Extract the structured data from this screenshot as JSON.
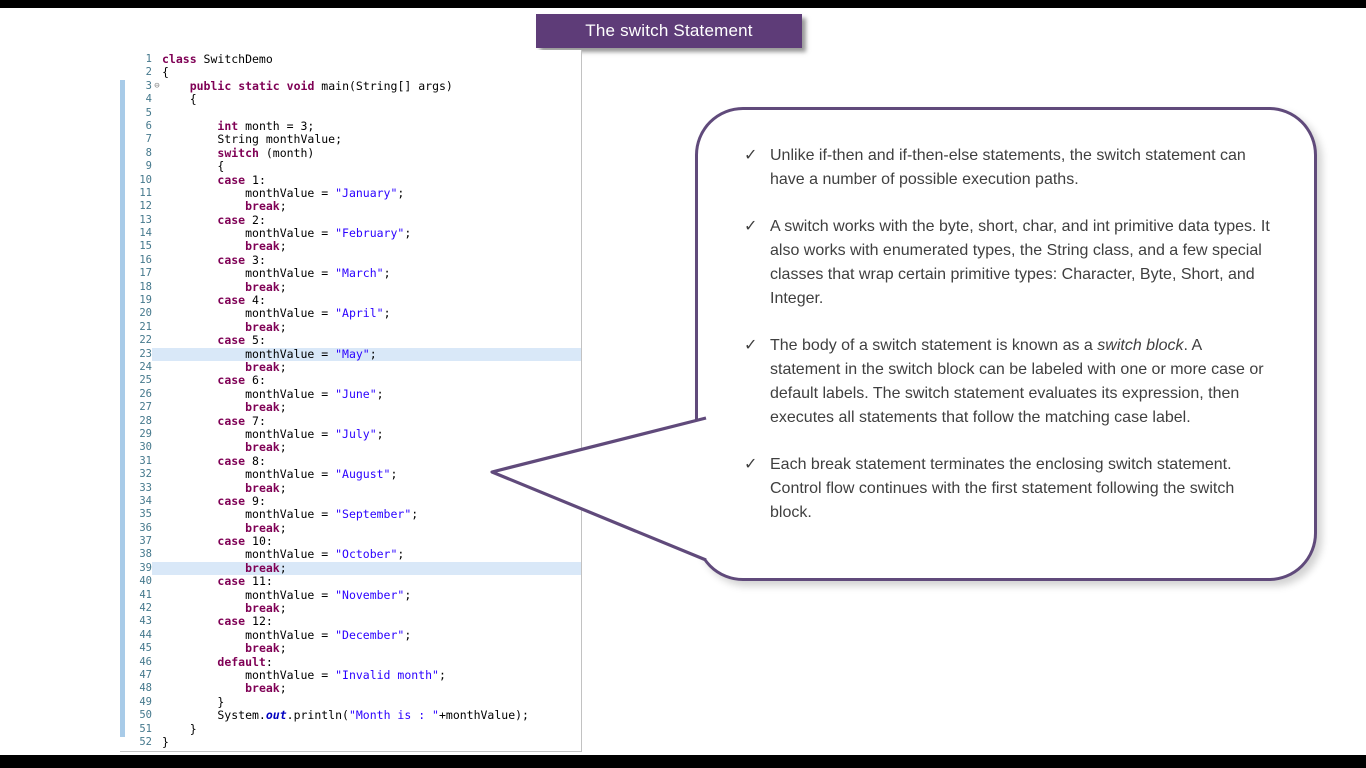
{
  "slide": {
    "title": "The switch Statement"
  },
  "colors": {
    "banner_purple": "#5e3c78",
    "callout_border": "#604a7b",
    "keyword": "#7f0055",
    "string": "#2a00ff",
    "static_field": "#0000c0",
    "line_highlight": "#d9e8f8",
    "range_strip": "#a8cbe8",
    "line_number": "#44788c"
  },
  "code_editor": {
    "fold_icon": "⊖",
    "lines": [
      {
        "n": 1,
        "tokens": [
          [
            "k",
            "class"
          ],
          [
            "p",
            " SwitchDemo"
          ]
        ]
      },
      {
        "n": 2,
        "tokens": [
          [
            "p",
            "{"
          ]
        ]
      },
      {
        "n": 3,
        "fold": true,
        "tokens": [
          [
            "p",
            "    "
          ],
          [
            "k",
            "public"
          ],
          [
            "p",
            " "
          ],
          [
            "k",
            "static"
          ],
          [
            "p",
            " "
          ],
          [
            "k",
            "void"
          ],
          [
            "p",
            " main(String[] args)"
          ]
        ]
      },
      {
        "n": 4,
        "tokens": [
          [
            "p",
            "    {"
          ]
        ]
      },
      {
        "n": 5,
        "tokens": []
      },
      {
        "n": 6,
        "tokens": [
          [
            "p",
            "        "
          ],
          [
            "k",
            "int"
          ],
          [
            "p",
            " month = 3;"
          ]
        ]
      },
      {
        "n": 7,
        "tokens": [
          [
            "p",
            "        String monthValue;"
          ]
        ]
      },
      {
        "n": 8,
        "tokens": [
          [
            "p",
            "        "
          ],
          [
            "k",
            "switch"
          ],
          [
            "p",
            " (month)"
          ]
        ]
      },
      {
        "n": 9,
        "tokens": [
          [
            "p",
            "        {"
          ]
        ]
      },
      {
        "n": 10,
        "tokens": [
          [
            "p",
            "        "
          ],
          [
            "k",
            "case"
          ],
          [
            "p",
            " 1:"
          ]
        ]
      },
      {
        "n": 11,
        "tokens": [
          [
            "p",
            "            monthValue = "
          ],
          [
            "s",
            "\"January\""
          ],
          [
            "p",
            ";"
          ]
        ]
      },
      {
        "n": 12,
        "tokens": [
          [
            "p",
            "            "
          ],
          [
            "k",
            "break"
          ],
          [
            "p",
            ";"
          ]
        ]
      },
      {
        "n": 13,
        "tokens": [
          [
            "p",
            "        "
          ],
          [
            "k",
            "case"
          ],
          [
            "p",
            " 2:"
          ]
        ]
      },
      {
        "n": 14,
        "tokens": [
          [
            "p",
            "            monthValue = "
          ],
          [
            "s",
            "\"February\""
          ],
          [
            "p",
            ";"
          ]
        ]
      },
      {
        "n": 15,
        "tokens": [
          [
            "p",
            "            "
          ],
          [
            "k",
            "break"
          ],
          [
            "p",
            ";"
          ]
        ]
      },
      {
        "n": 16,
        "tokens": [
          [
            "p",
            "        "
          ],
          [
            "k",
            "case"
          ],
          [
            "p",
            " 3:"
          ]
        ]
      },
      {
        "n": 17,
        "tokens": [
          [
            "p",
            "            monthValue = "
          ],
          [
            "s",
            "\"March\""
          ],
          [
            "p",
            ";"
          ]
        ]
      },
      {
        "n": 18,
        "tokens": [
          [
            "p",
            "            "
          ],
          [
            "k",
            "break"
          ],
          [
            "p",
            ";"
          ]
        ]
      },
      {
        "n": 19,
        "tokens": [
          [
            "p",
            "        "
          ],
          [
            "k",
            "case"
          ],
          [
            "p",
            " 4:"
          ]
        ]
      },
      {
        "n": 20,
        "tokens": [
          [
            "p",
            "            monthValue = "
          ],
          [
            "s",
            "\"April\""
          ],
          [
            "p",
            ";"
          ]
        ]
      },
      {
        "n": 21,
        "tokens": [
          [
            "p",
            "            "
          ],
          [
            "k",
            "break"
          ],
          [
            "p",
            ";"
          ]
        ]
      },
      {
        "n": 22,
        "tokens": [
          [
            "p",
            "        "
          ],
          [
            "k",
            "case"
          ],
          [
            "p",
            " 5:"
          ]
        ]
      },
      {
        "n": 23,
        "hl": true,
        "tokens": [
          [
            "p",
            "            monthValue = "
          ],
          [
            "s",
            "\"May\""
          ],
          [
            "p",
            ";"
          ]
        ]
      },
      {
        "n": 24,
        "tokens": [
          [
            "p",
            "            "
          ],
          [
            "k",
            "break"
          ],
          [
            "p",
            ";"
          ]
        ]
      },
      {
        "n": 25,
        "tokens": [
          [
            "p",
            "        "
          ],
          [
            "k",
            "case"
          ],
          [
            "p",
            " 6:"
          ]
        ]
      },
      {
        "n": 26,
        "tokens": [
          [
            "p",
            "            monthValue = "
          ],
          [
            "s",
            "\"June\""
          ],
          [
            "p",
            ";"
          ]
        ]
      },
      {
        "n": 27,
        "tokens": [
          [
            "p",
            "            "
          ],
          [
            "k",
            "break"
          ],
          [
            "p",
            ";"
          ]
        ]
      },
      {
        "n": 28,
        "tokens": [
          [
            "p",
            "        "
          ],
          [
            "k",
            "case"
          ],
          [
            "p",
            " 7:"
          ]
        ]
      },
      {
        "n": 29,
        "tokens": [
          [
            "p",
            "            monthValue = "
          ],
          [
            "s",
            "\"July\""
          ],
          [
            "p",
            ";"
          ]
        ]
      },
      {
        "n": 30,
        "tokens": [
          [
            "p",
            "            "
          ],
          [
            "k",
            "break"
          ],
          [
            "p",
            ";"
          ]
        ]
      },
      {
        "n": 31,
        "tokens": [
          [
            "p",
            "        "
          ],
          [
            "k",
            "case"
          ],
          [
            "p",
            " 8:"
          ]
        ]
      },
      {
        "n": 32,
        "tokens": [
          [
            "p",
            "            monthValue = "
          ],
          [
            "s",
            "\"August\""
          ],
          [
            "p",
            ";"
          ]
        ]
      },
      {
        "n": 33,
        "tokens": [
          [
            "p",
            "            "
          ],
          [
            "k",
            "break"
          ],
          [
            "p",
            ";"
          ]
        ]
      },
      {
        "n": 34,
        "tokens": [
          [
            "p",
            "        "
          ],
          [
            "k",
            "case"
          ],
          [
            "p",
            " 9:"
          ]
        ]
      },
      {
        "n": 35,
        "tokens": [
          [
            "p",
            "            monthValue = "
          ],
          [
            "s",
            "\"September\""
          ],
          [
            "p",
            ";"
          ]
        ]
      },
      {
        "n": 36,
        "tokens": [
          [
            "p",
            "            "
          ],
          [
            "k",
            "break"
          ],
          [
            "p",
            ";"
          ]
        ]
      },
      {
        "n": 37,
        "tokens": [
          [
            "p",
            "        "
          ],
          [
            "k",
            "case"
          ],
          [
            "p",
            " 10:"
          ]
        ]
      },
      {
        "n": 38,
        "tokens": [
          [
            "p",
            "            monthValue = "
          ],
          [
            "s",
            "\"October\""
          ],
          [
            "p",
            ";"
          ]
        ]
      },
      {
        "n": 39,
        "hl": true,
        "tokens": [
          [
            "p",
            "            "
          ],
          [
            "k",
            "break"
          ],
          [
            "p",
            ";"
          ]
        ]
      },
      {
        "n": 40,
        "tokens": [
          [
            "p",
            "        "
          ],
          [
            "k",
            "case"
          ],
          [
            "p",
            " 11:"
          ]
        ]
      },
      {
        "n": 41,
        "tokens": [
          [
            "p",
            "            monthValue = "
          ],
          [
            "s",
            "\"November\""
          ],
          [
            "p",
            ";"
          ]
        ]
      },
      {
        "n": 42,
        "tokens": [
          [
            "p",
            "            "
          ],
          [
            "k",
            "break"
          ],
          [
            "p",
            ";"
          ]
        ]
      },
      {
        "n": 43,
        "tokens": [
          [
            "p",
            "        "
          ],
          [
            "k",
            "case"
          ],
          [
            "p",
            " 12:"
          ]
        ]
      },
      {
        "n": 44,
        "tokens": [
          [
            "p",
            "            monthValue = "
          ],
          [
            "s",
            "\"December\""
          ],
          [
            "p",
            ";"
          ]
        ]
      },
      {
        "n": 45,
        "tokens": [
          [
            "p",
            "            "
          ],
          [
            "k",
            "break"
          ],
          [
            "p",
            ";"
          ]
        ]
      },
      {
        "n": 46,
        "tokens": [
          [
            "p",
            "        "
          ],
          [
            "k",
            "default"
          ],
          [
            "p",
            ":"
          ]
        ]
      },
      {
        "n": 47,
        "tokens": [
          [
            "p",
            "            monthValue = "
          ],
          [
            "s",
            "\"Invalid month\""
          ],
          [
            "p",
            ";"
          ]
        ]
      },
      {
        "n": 48,
        "tokens": [
          [
            "p",
            "            "
          ],
          [
            "k",
            "break"
          ],
          [
            "p",
            ";"
          ]
        ]
      },
      {
        "n": 49,
        "tokens": [
          [
            "p",
            "        }"
          ]
        ]
      },
      {
        "n": 50,
        "tokens": [
          [
            "p",
            "        System."
          ],
          [
            "f",
            "out"
          ],
          [
            "p",
            ".println("
          ],
          [
            "s",
            "\"Month is : \""
          ],
          [
            "p",
            "+monthValue);"
          ]
        ]
      },
      {
        "n": 51,
        "tokens": [
          [
            "p",
            "    }"
          ]
        ]
      },
      {
        "n": 52,
        "tokens": [
          [
            "p",
            "}"
          ]
        ]
      }
    ]
  },
  "callout": {
    "check_icon": "✓",
    "bullets": [
      {
        "segments": [
          {
            "text": "Unlike if-then and if-then-else statements, the switch statement can have a number of possible execution paths."
          }
        ]
      },
      {
        "segments": [
          {
            "text": "A switch works with the byte, short, char, and int primitive data types. It also works with enumerated types, the String class, and a few special classes that wrap certain primitive types: Character, Byte, Short, and Integer."
          }
        ]
      },
      {
        "segments": [
          {
            "text": "The body of a switch statement is known as a "
          },
          {
            "text": "switch block",
            "italic": true
          },
          {
            "text": ". A statement in the switch block can be labeled with one or more case or default labels. The switch statement evaluates its expression, then executes all statements that follow the matching case label."
          }
        ]
      },
      {
        "segments": [
          {
            "text": " Each break statement terminates the enclosing switch statement. Control flow continues with the first statement following the switch block."
          }
        ]
      }
    ]
  }
}
